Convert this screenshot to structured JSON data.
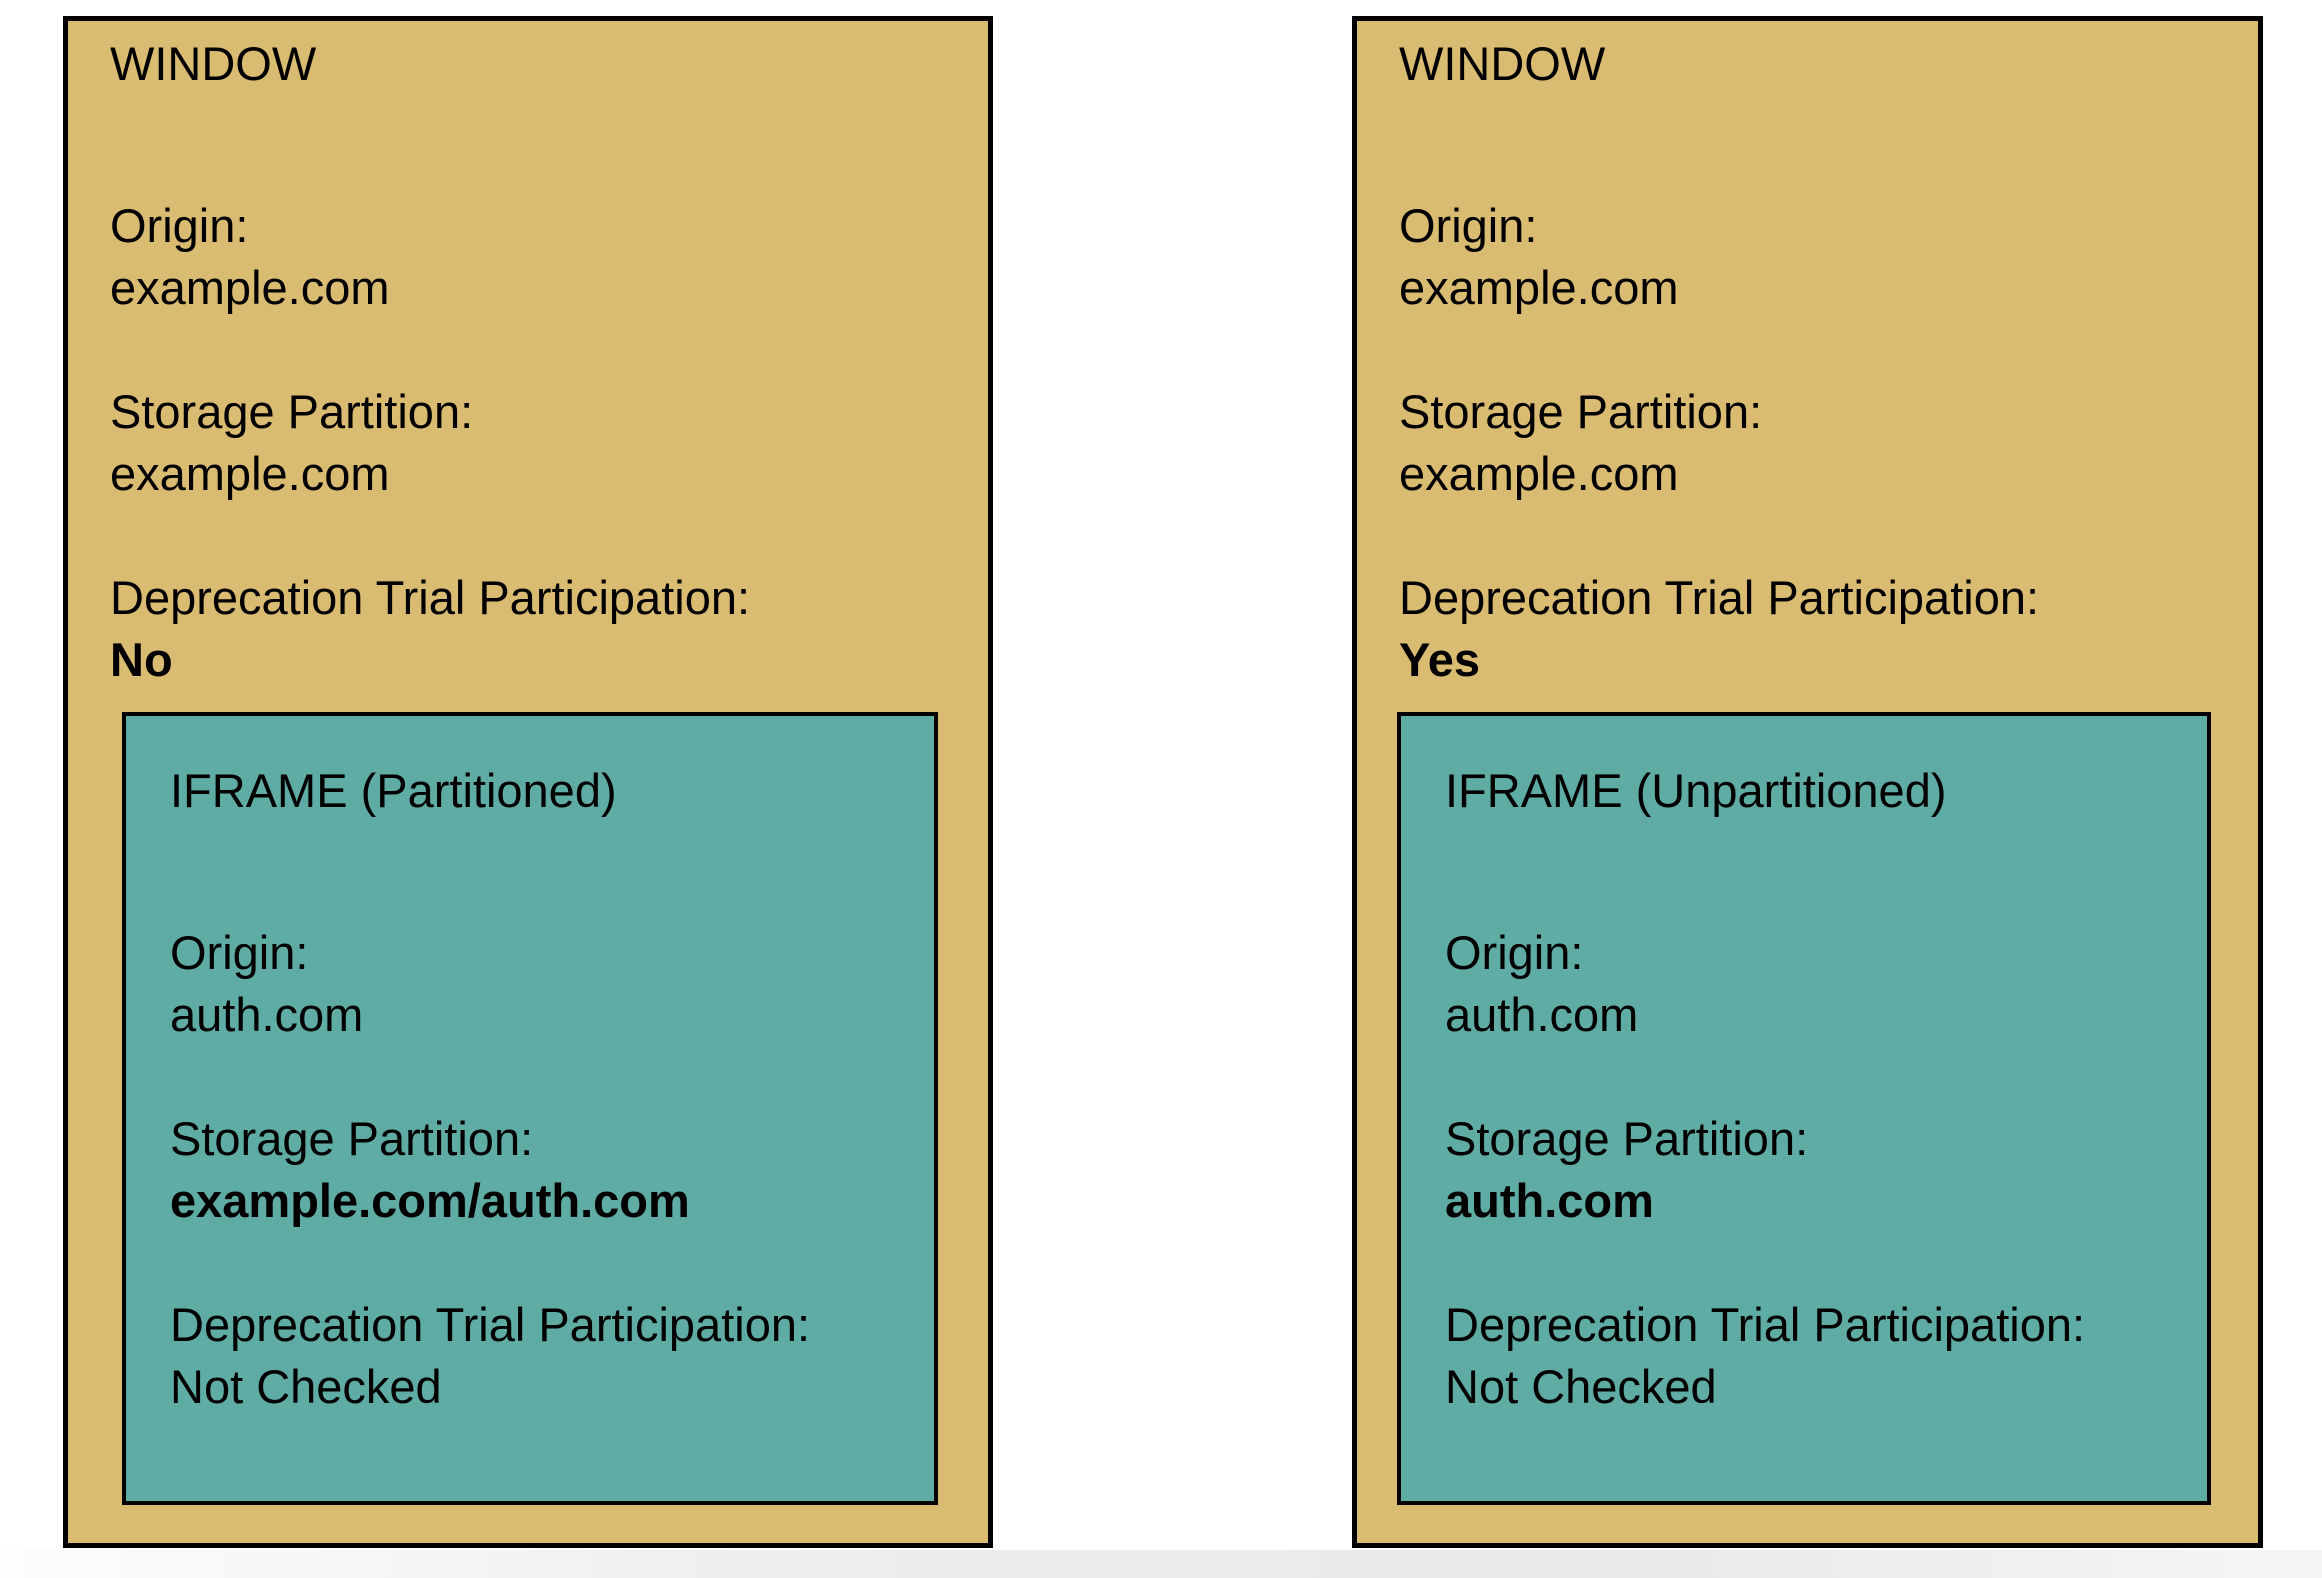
{
  "colors": {
    "page_background": "#ffffff",
    "window_fill": "#D9BB72",
    "iframe_fill": "#5FACA4",
    "border": "#000000",
    "text": "#000000"
  },
  "labels": {
    "origin": "Origin:",
    "storage_partition": "Storage Partition:",
    "deprecation_trial": "Deprecation Trial Participation:"
  },
  "panels": [
    {
      "window": {
        "title": "WINDOW",
        "origin_value": "example.com",
        "storage_partition_value": "example.com",
        "deprecation_value": "No"
      },
      "iframe": {
        "title": "IFRAME (Partitioned)",
        "origin_value": "auth.com",
        "storage_partition_value": "example.com/auth.com",
        "deprecation_value": "Not Checked"
      }
    },
    {
      "window": {
        "title": "WINDOW",
        "origin_value": "example.com",
        "storage_partition_value": "example.com",
        "deprecation_value": "Yes"
      },
      "iframe": {
        "title": "IFRAME (Unpartitioned)",
        "origin_value": "auth.com",
        "storage_partition_value": "auth.com",
        "deprecation_value": "Not Checked"
      }
    }
  ]
}
